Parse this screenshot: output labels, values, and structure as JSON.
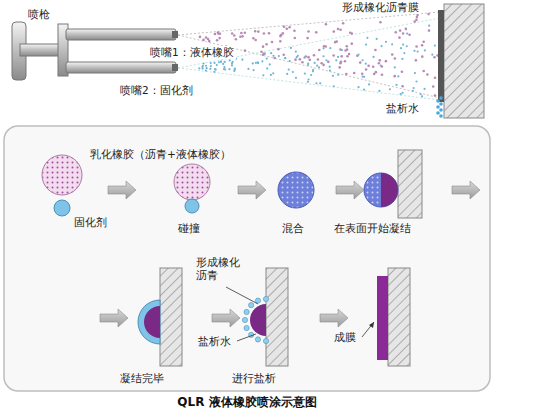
{
  "diagram": {
    "caption": "QLR 液体橡胶喷涂示意图",
    "labels": [
      "喷枪",
      "喷嘴1：液体橡胶",
      "喷嘴2：固化剂",
      "形成橡化沥青膜",
      "盐析水",
      "乳化橡胶（沥青+液体橡胶）",
      "固化剂",
      "碰撞",
      "混合",
      "在表面开始凝结",
      "凝结完毕",
      "形成橡化 沥青",
      "盐析水",
      "进行盐析",
      "成膜"
    ]
  }
}
